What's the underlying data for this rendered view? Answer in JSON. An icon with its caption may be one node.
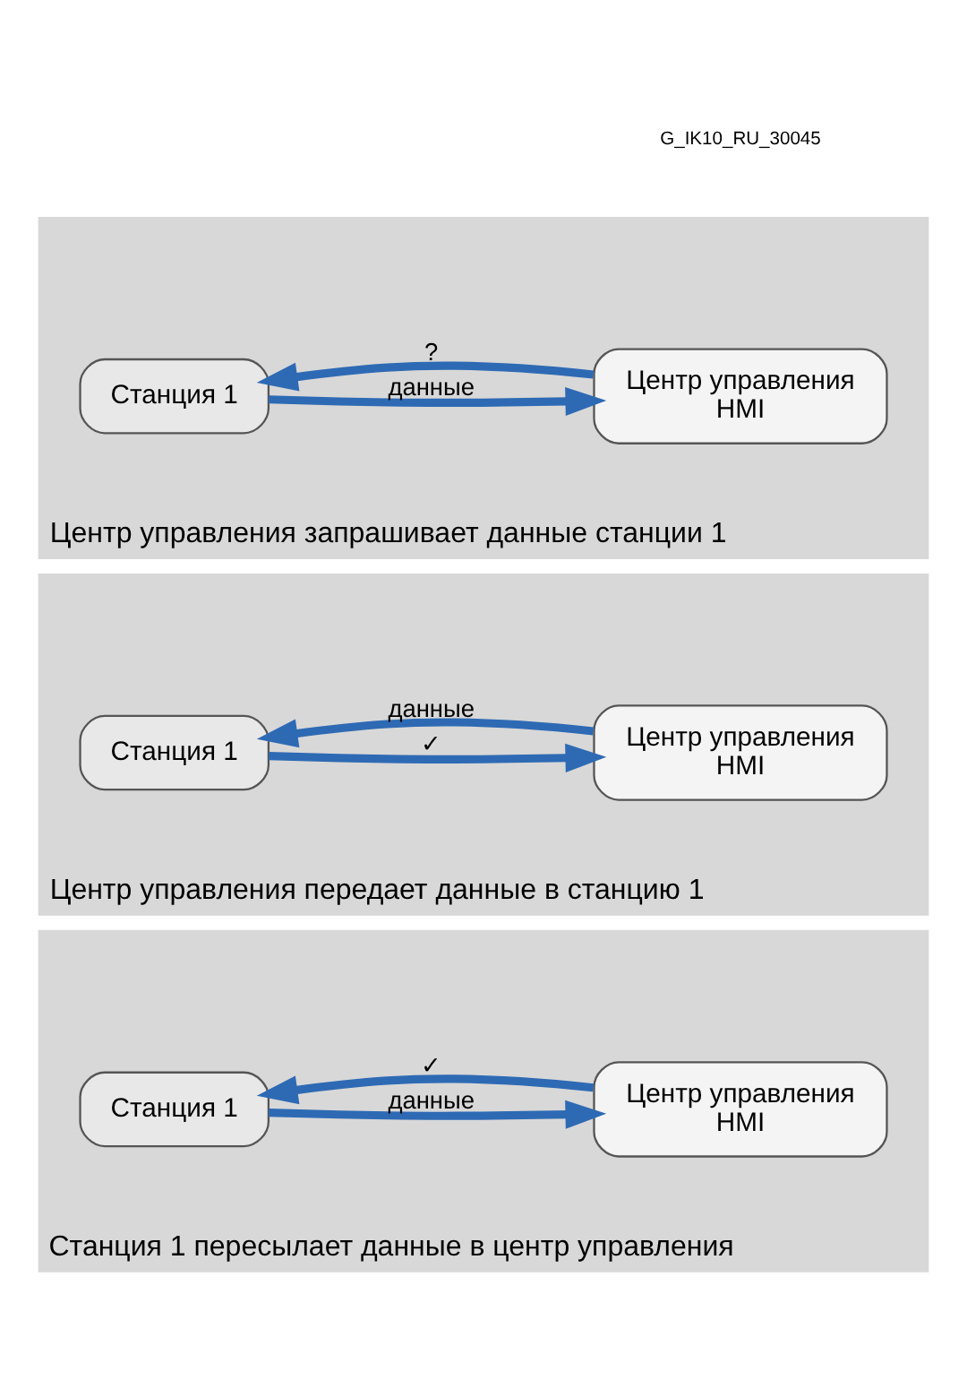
{
  "diagram": {
    "nodes": [
      {
        "text": [
          "Станция 1 пересылает данные в центр управления"
        ]
      },
      {
        "text": [
          "Станция 1"
        ],
        "in": 0
      },
      {
        "text": [
          "Центр управления",
          "HMI"
        ],
        "in": 0
      },
      {
        "text": [
          "Центр управления передает данные в станцию 1"
        ]
      },
      {
        "text": [
          "Станция 1"
        ],
        "in": 3
      },
      {
        "text": [
          "Центр управления",
          "HMI"
        ],
        "in": 3
      },
      {
        "text": [
          "Центр управления запрашивает данные станции 1"
        ]
      },
      {
        "text": [
          "Станция 1"
        ],
        "in": 6
      },
      {
        "text": [
          "Центр управления",
          "HMI"
        ],
        "in": 6
      }
    ],
    "edges": [
      {
        "from": 1,
        "to": 2,
        "arrow": "to",
        "label": "данные"
      },
      {
        "from": 2,
        "to": 1,
        "arrow": "to",
        "label": "✓"
      },
      {
        "from": 5,
        "to": 4,
        "arrow": "to",
        "label": "данные"
      },
      {
        "from": 4,
        "to": 5,
        "arrow": "to",
        "label": "✓"
      },
      {
        "from": 8,
        "to": 7,
        "arrow": "to",
        "label": "?"
      },
      {
        "from": 7,
        "to": 8,
        "arrow": "to",
        "label": "данные"
      }
    ],
    "labels": [
      "G_IK10_RU_30045"
    ]
  }
}
